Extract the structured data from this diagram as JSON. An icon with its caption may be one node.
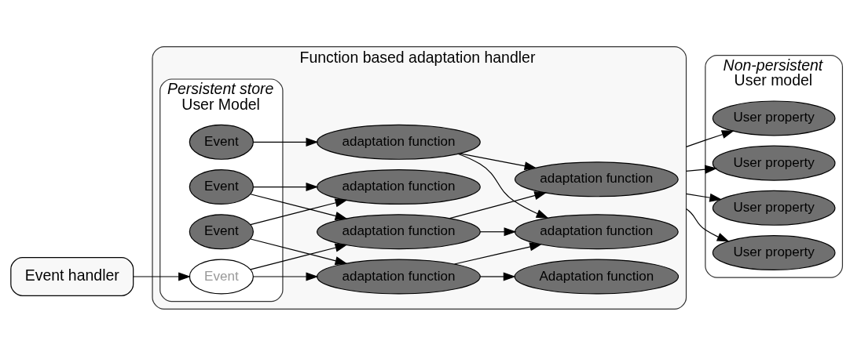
{
  "diagram": {
    "nodes": [
      {
        "text": [
          "Event handler"
        ]
      },
      {
        "text": [
          "Function based adaptation handler"
        ]
      },
      {
        "text": [
          "Persistent store",
          "User Model"
        ],
        "in": 1
      },
      {
        "text": [
          "Event"
        ],
        "in": 2
      },
      {
        "text": [
          "Event"
        ],
        "in": 2
      },
      {
        "text": [
          "Event"
        ],
        "in": 2
      },
      {
        "text": [
          "Event"
        ],
        "in": 2
      },
      {
        "text": [
          "adaptation function"
        ],
        "in": 1
      },
      {
        "text": [
          "adaptation function"
        ],
        "in": 1
      },
      {
        "text": [
          "adaptation function"
        ],
        "in": 1
      },
      {
        "text": [
          "adaptation function"
        ],
        "in": 1
      },
      {
        "text": [
          "Adaptation function"
        ],
        "in": 1
      },
      {
        "text": [
          "adaptation function"
        ],
        "in": 1
      },
      {
        "text": [
          "adaptation function"
        ],
        "in": 1
      },
      {
        "text": [
          "Non-persistent",
          "User model"
        ]
      },
      {
        "text": [
          "User property"
        ],
        "in": 14
      },
      {
        "text": [
          "User property"
        ],
        "in": 14
      },
      {
        "text": [
          "User property"
        ],
        "in": 14
      },
      {
        "text": [
          "User property"
        ],
        "in": 14
      }
    ],
    "edges": [
      {
        "from": 0,
        "to": 3,
        "arrow": "to"
      },
      {
        "from": 3,
        "to": 7,
        "arrow": "to"
      },
      {
        "from": 3,
        "to": 9,
        "arrow": "to"
      },
      {
        "from": 4,
        "to": 8,
        "arrow": "to"
      },
      {
        "from": 5,
        "to": 7,
        "arrow": "to"
      },
      {
        "from": 5,
        "to": 10,
        "arrow": "to"
      },
      {
        "from": 6,
        "to": 9,
        "arrow": "to"
      },
      {
        "from": 6,
        "to": 10,
        "arrow": "to"
      },
      {
        "from": 7,
        "to": 11,
        "arrow": "to"
      },
      {
        "from": 7,
        "to": 13,
        "arrow": "to"
      },
      {
        "from": 8,
        "to": 12,
        "arrow": "to"
      },
      {
        "from": 8,
        "to": 13,
        "arrow": "to"
      },
      {
        "from": 9,
        "to": 12,
        "arrow": "to"
      },
      {
        "from": 9,
        "to": 13,
        "arrow": "to"
      },
      {
        "from": 1,
        "to": 15,
        "arrow": "to"
      },
      {
        "from": 1,
        "to": 16,
        "arrow": "to"
      },
      {
        "from": 1,
        "to": 17,
        "arrow": "to"
      },
      {
        "from": 1,
        "to": 18,
        "arrow": "to"
      }
    ]
  }
}
